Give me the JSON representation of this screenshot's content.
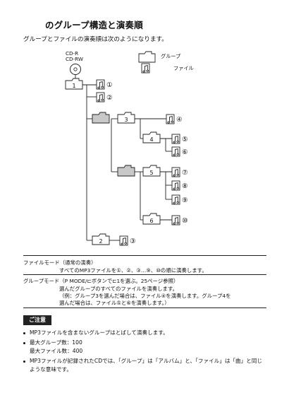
{
  "title": "のグループ構造と演奏順",
  "intro": "グループとファイルの演奏順は次のようになります。",
  "legend": {
    "disc_line1": "CD-R",
    "disc_line2": "CD-RW",
    "group_label": "グループ",
    "file_label": "ファイル"
  },
  "diagram": {
    "groups": [
      "1",
      "2",
      "3",
      "4",
      "5",
      "6"
    ],
    "files": [
      "①",
      "②",
      "③",
      "④",
      "⑤",
      "⑥",
      "⑦",
      "⑧",
      "⑨",
      "⑩"
    ]
  },
  "modes": {
    "file_mode_label": "ファイルモード（通常の演奏）",
    "file_mode_text": "すべてのMP3ファイルを①、②、③…⑨、⑩の順に演奏します。",
    "group_mode_label": "グループモード（P MODE/⊏ボタンで⊏1を選ぶ。25ページ参照）",
    "group_mode_line1": "選んだグループのすべてのファイルを演奏します。",
    "group_mode_line2": "（例：グループ3を選んだ場合は、ファイル④を演奏します。グループ4を",
    "group_mode_line3": "選んだ場合は、ファイル⑤と⑥を演奏します。）"
  },
  "caution": {
    "heading": "ご注意",
    "bullet1": "MP3ファイルを含まないグループはとばして演奏します。",
    "bullet2a": "最大グループ数：100",
    "bullet2b": "最大ファイル数：400",
    "bullet3a": "MP3ファイルが記録されたCDでは、「グループ」は「アルバム」と、「ファイル」は「曲」と同じ",
    "bullet3b": "ような意味です。"
  },
  "colors": {
    "group_shaded": "#c8c8c8",
    "text": "#111111"
  }
}
